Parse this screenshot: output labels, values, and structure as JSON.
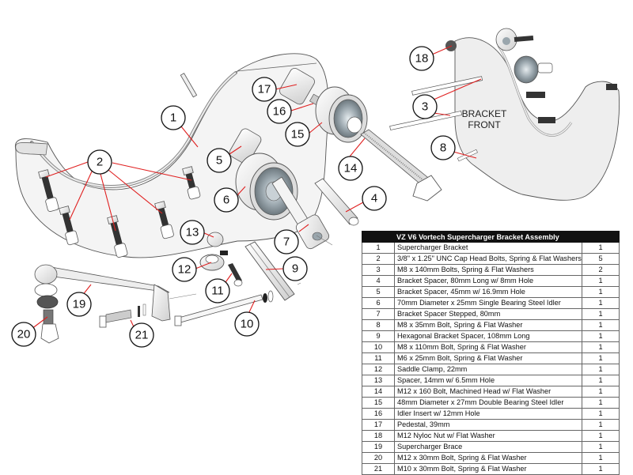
{
  "diagram": {
    "title": "VZ V6 Vortech Supercharger Bracket Assembly",
    "front_view_label_line1": "BRACKET",
    "front_view_label_line2": "FRONT",
    "accent_line_color": "#e02020",
    "callouts": [
      {
        "num": "1"
      },
      {
        "num": "2"
      },
      {
        "num": "3"
      },
      {
        "num": "4"
      },
      {
        "num": "5"
      },
      {
        "num": "6"
      },
      {
        "num": "7"
      },
      {
        "num": "8"
      },
      {
        "num": "9"
      },
      {
        "num": "10"
      },
      {
        "num": "11"
      },
      {
        "num": "12"
      },
      {
        "num": "13"
      },
      {
        "num": "14"
      },
      {
        "num": "15"
      },
      {
        "num": "16"
      },
      {
        "num": "17"
      },
      {
        "num": "18"
      },
      {
        "num": "19"
      },
      {
        "num": "20"
      },
      {
        "num": "21"
      }
    ]
  },
  "table": {
    "title": "VZ V6 Vortech Supercharger Bracket Assembly",
    "rows": [
      {
        "num": "1",
        "desc": "Supercharger Bracket",
        "qty": "1"
      },
      {
        "num": "2",
        "desc": "3/8\" x 1.25\" UNC Cap Head Bolts, Spring & Flat Washers",
        "qty": "5"
      },
      {
        "num": "3",
        "desc": "M8 x 140mm Bolts, Spring & Flat Washers",
        "qty": "2"
      },
      {
        "num": "4",
        "desc": "Bracket Spacer, 80mm Long w/ 8mm Hole",
        "qty": "1"
      },
      {
        "num": "5",
        "desc": "Bracket Spacer, 45mm w/ 16.9mm Hole",
        "qty": "1"
      },
      {
        "num": "6",
        "desc": "70mm Diameter x 25mm Single Bearing Steel Idler",
        "qty": "1"
      },
      {
        "num": "7",
        "desc": "Bracket Spacer Stepped, 80mm",
        "qty": "1"
      },
      {
        "num": "8",
        "desc": "M8 x 35mm Bolt, Spring & Flat Washer",
        "qty": "1"
      },
      {
        "num": "9",
        "desc": "Hexagonal Bracket Spacer, 108mm Long",
        "qty": "1"
      },
      {
        "num": "10",
        "desc": "M8 x 110mm Bolt, Spring & Flat Washer",
        "qty": "1"
      },
      {
        "num": "11",
        "desc": "M6 x 25mm Bolt, Spring & Flat Washer",
        "qty": "1"
      },
      {
        "num": "12",
        "desc": "Saddle Clamp, 22mm",
        "qty": "1"
      },
      {
        "num": "13",
        "desc": "Spacer, 14mm w/ 6.5mm Hole",
        "qty": "1"
      },
      {
        "num": "14",
        "desc": "M12 x 160 Bolt, Machined Head w/ Flat Washer",
        "qty": "1"
      },
      {
        "num": "15",
        "desc": "48mm Diameter x 27mm Double Bearing Steel Idler",
        "qty": "1"
      },
      {
        "num": "16",
        "desc": "Idler Insert w/ 12mm Hole",
        "qty": "1"
      },
      {
        "num": "17",
        "desc": "Pedestal, 39mm",
        "qty": "1"
      },
      {
        "num": "18",
        "desc": "M12 Nyloc Nut w/ Flat Washer",
        "qty": "1"
      },
      {
        "num": "19",
        "desc": "Supercharger Brace",
        "qty": "1"
      },
      {
        "num": "20",
        "desc": "M12 x 30mm Bolt, Spring & Flat Washer",
        "qty": "1"
      },
      {
        "num": "21",
        "desc": "M10 x 30mm Bolt, Spring & Flat Washer",
        "qty": "1"
      }
    ]
  }
}
